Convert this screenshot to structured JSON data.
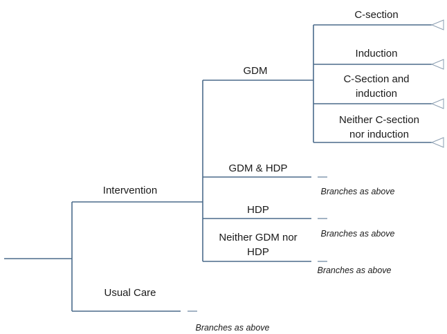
{
  "tree": {
    "arms": {
      "intervention": "Intervention",
      "usual_care": "Usual Care"
    },
    "conditions": {
      "gdm": "GDM",
      "gdm_hdp": "GDM & HDP",
      "hdp": "HDP",
      "neither_line1": "Neither GDM nor",
      "neither_line2": "HDP"
    },
    "outcomes": {
      "c_section": "C-section",
      "induction": "Induction",
      "c_section_and_induction_line1": "C-Section and",
      "c_section_and_induction_line2": "induction",
      "neither_line1": "Neither C-section",
      "neither_line2": "nor induction"
    },
    "branches_note": "Branches as above"
  }
}
